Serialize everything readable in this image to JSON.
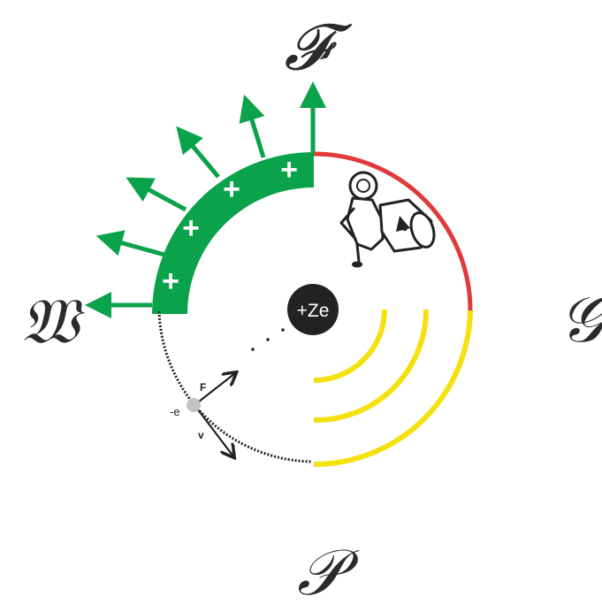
{
  "quadrants": {
    "top": "𝓕",
    "left": "𝔚",
    "right": "𝒢",
    "bottom": "𝒫"
  },
  "nucleus": {
    "label": "+Ze"
  },
  "electron": {
    "label": "-e"
  },
  "vectors": {
    "force_label": "F",
    "velocity_label": "v"
  },
  "plus_marks": [
    "+",
    "+",
    "+",
    "+",
    "+"
  ],
  "colors": {
    "green": "#0aa24a",
    "red": "#e23a3a",
    "yellow": "#f5e10f",
    "black": "#222222",
    "electron_gray": "#c2c2c2"
  },
  "icons": [
    "radioactive-barrel-cart-icon"
  ]
}
